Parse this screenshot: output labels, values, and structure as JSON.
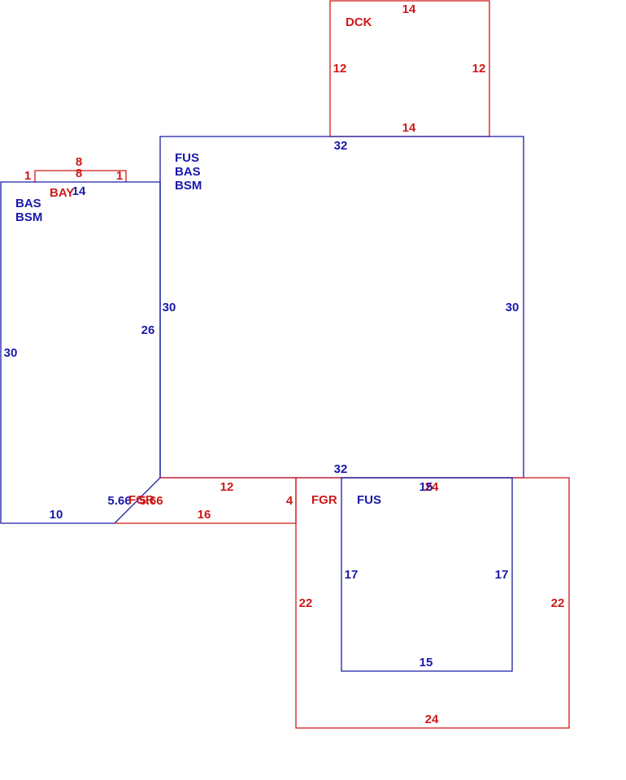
{
  "colors": {
    "blue": "#1a1aa8",
    "red": "#d01818",
    "background": "#ffffff"
  },
  "areas": {
    "dck": {
      "code": "DCK",
      "dims": {
        "top": "14",
        "left": "12",
        "right": "12",
        "bottom": "14"
      }
    },
    "fus_main": {
      "codes": [
        "FUS",
        "BAS",
        "BSM"
      ],
      "dims": {
        "top": "32",
        "left": "30",
        "right": "30",
        "bottom": "32"
      }
    },
    "bas_left": {
      "codes": [
        "BAS",
        "BSM"
      ],
      "dims": {
        "top": "14",
        "left": "30",
        "right": "26",
        "bottom": "10",
        "diagonal": "5.66"
      }
    },
    "bay": {
      "code": "BAY",
      "dims": {
        "top": "8",
        "inner": "8",
        "left": "1",
        "right": "1"
      }
    },
    "fgr_small": {
      "code": "FGR",
      "dims": {
        "top": "12",
        "bottom": "16",
        "right": "4",
        "diagonal": "5.66"
      }
    },
    "fgr_large": {
      "code": "FGR",
      "dims": {
        "top": "24",
        "left": "22",
        "right": "22",
        "bottom": "24"
      }
    },
    "fus_garage": {
      "code": "FUS",
      "dims": {
        "top": "15",
        "left": "17",
        "right": "17",
        "bottom": "15"
      }
    }
  }
}
